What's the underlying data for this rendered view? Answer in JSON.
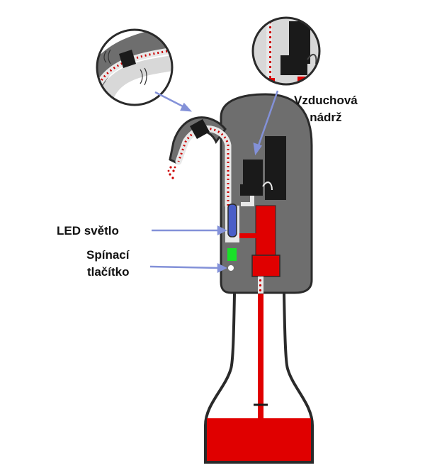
{
  "labels": {
    "led": "LED světlo",
    "switch_line1": "Spínací",
    "switch_line2": "tlačítko",
    "tank_line1": "Vzduchová",
    "tank_line2": "nádrž"
  },
  "colors": {
    "body": "#6e6e6e",
    "outline": "#2a2a2a",
    "wine": "#e00000",
    "tube": "#e8e8e8",
    "led": "#4a5ec8",
    "switch_led": "#19e028",
    "arrow": "#8391d8",
    "dark_part": "#1a1a1a"
  },
  "icons": {
    "detail_spout": "magnifier-circle-spout",
    "detail_tank": "magnifier-circle-tank"
  }
}
